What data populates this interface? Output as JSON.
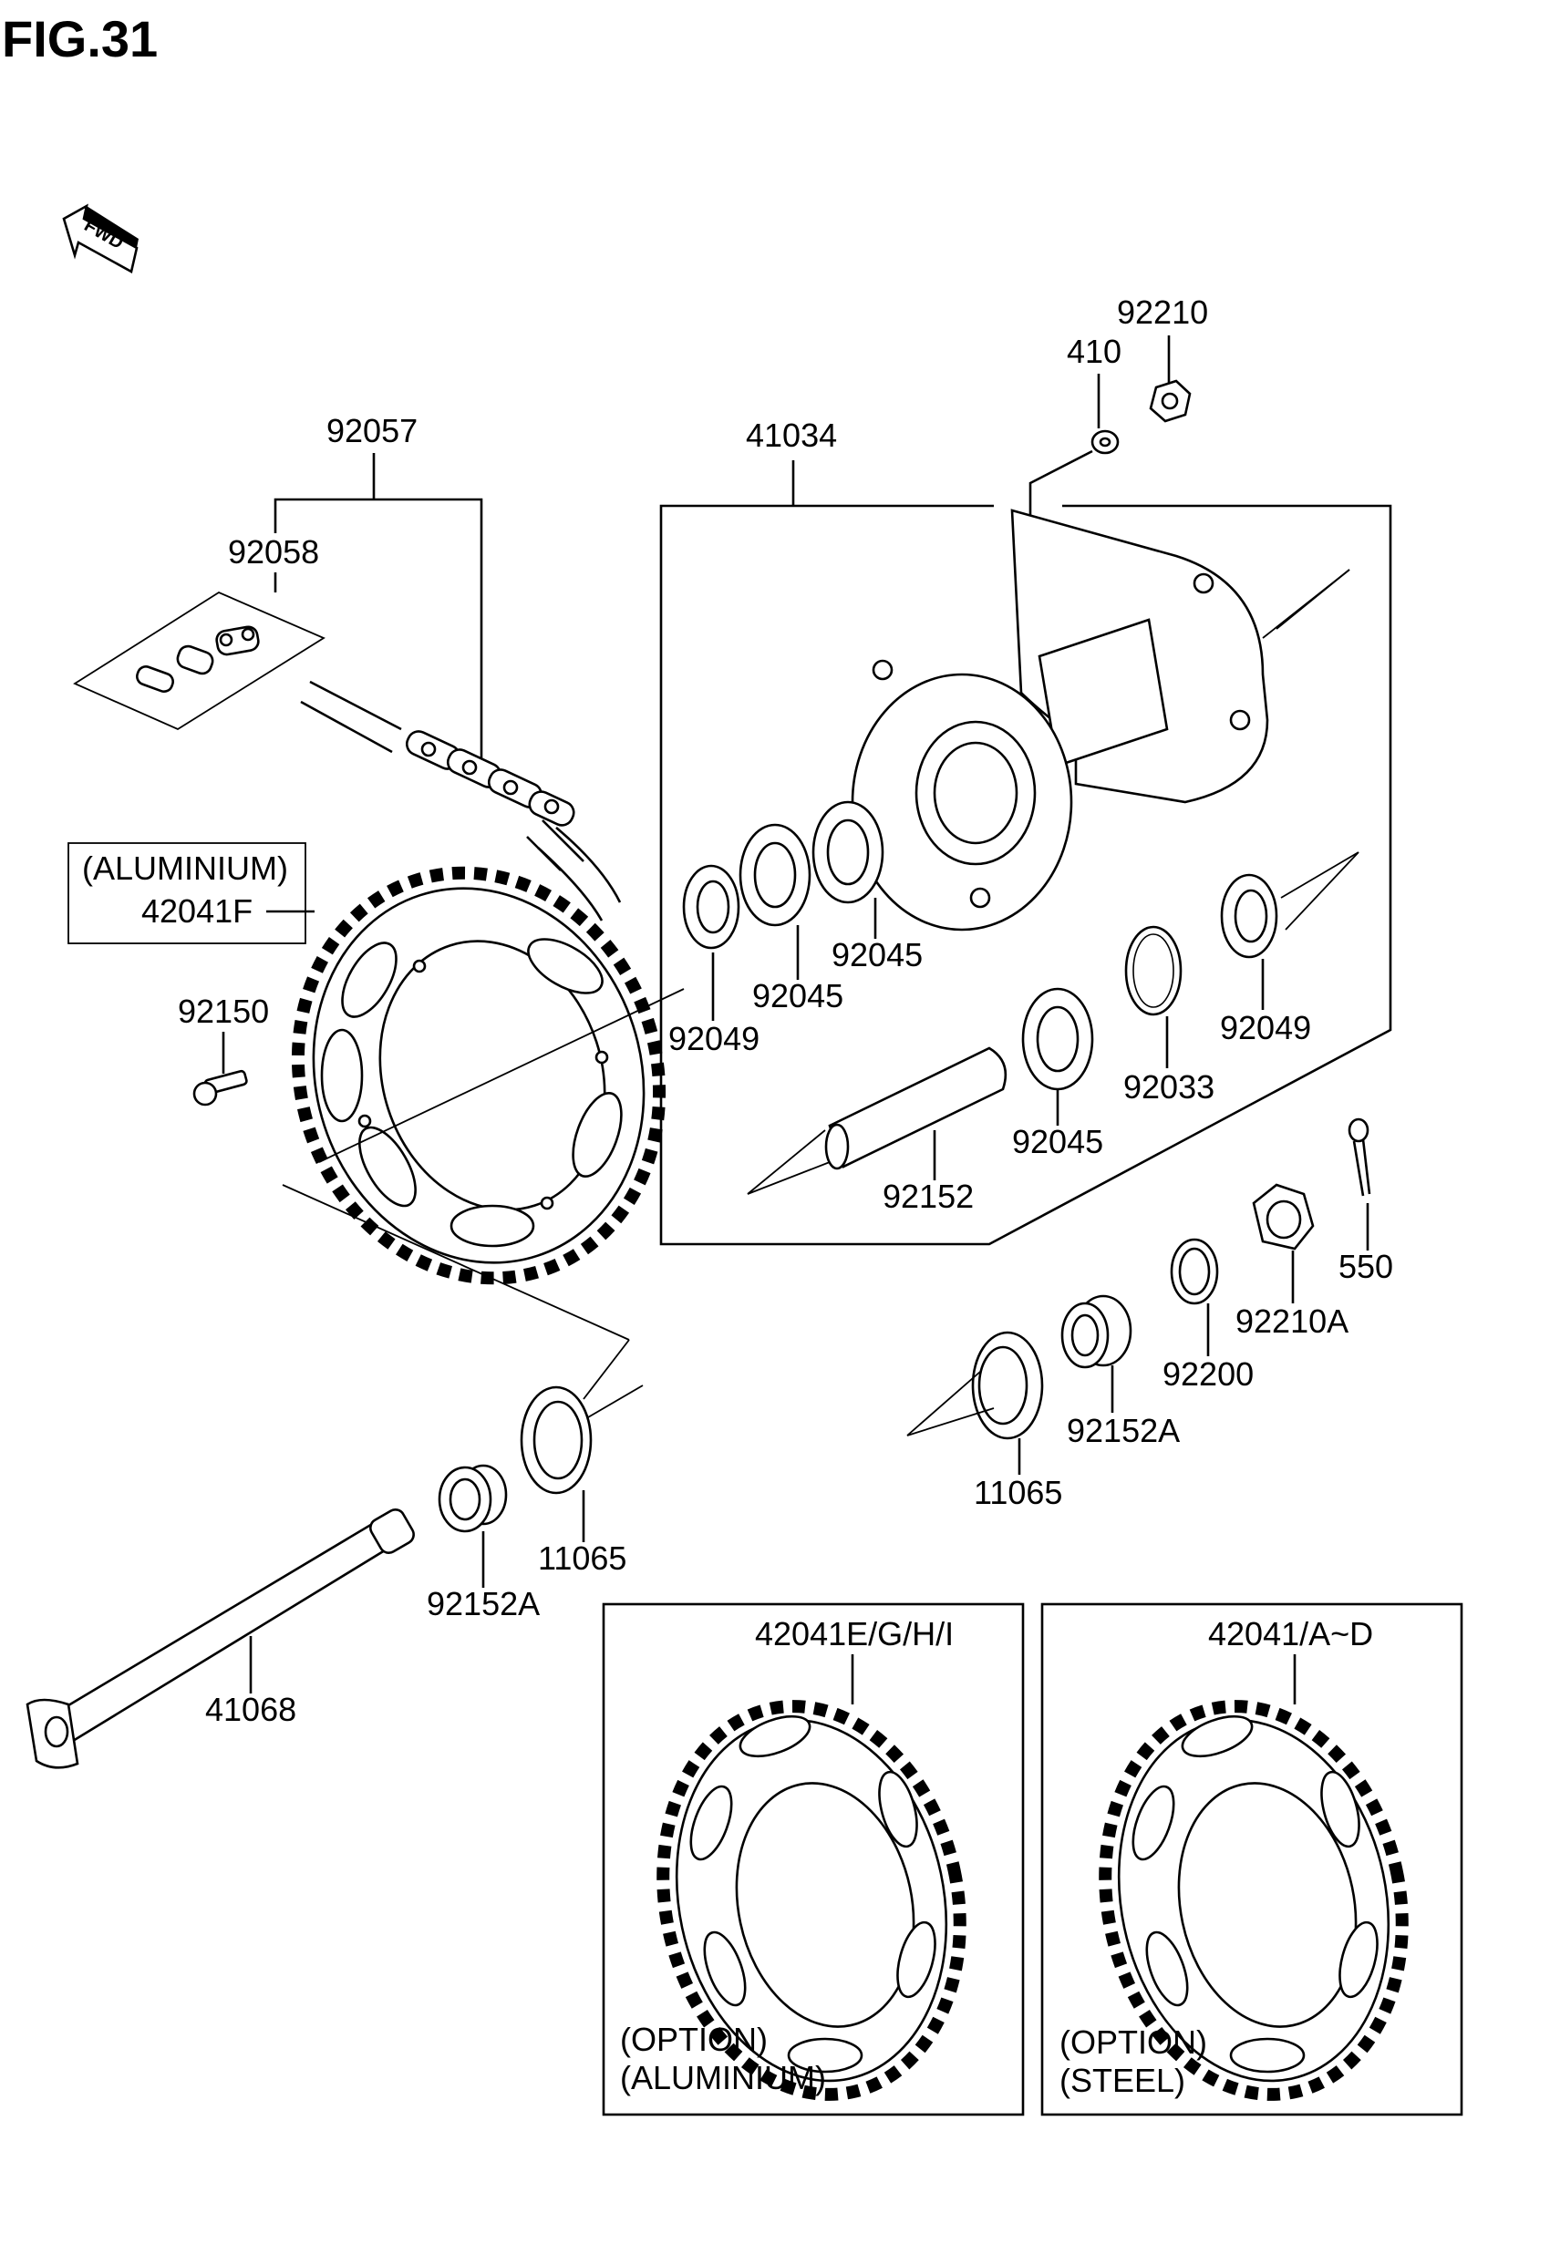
{
  "figure_title": "FIG.31",
  "fwd_label": "FWD",
  "parts": {
    "p92057": "92057",
    "p92058": "92058",
    "p41034": "41034",
    "p410": "410",
    "p92210": "92210",
    "aluminium_note": "(ALUMINIUM)",
    "p42041F": "42041F",
    "p92150": "92150",
    "p92049_left": "92049",
    "p92045_a": "92045",
    "p92045_b": "92045",
    "p92045_c": "92045",
    "p92049_right": "92049",
    "p92033": "92033",
    "p92152": "92152",
    "p550": "550",
    "p92210A": "92210A",
    "p92200": "92200",
    "p92152A_right": "92152A",
    "p11065_right": "11065",
    "p11065_left": "11065",
    "p92152A_left": "92152A",
    "p41068": "41068"
  },
  "options": [
    {
      "part": "42041E/G/H/I",
      "line1": "(OPTION)",
      "line2": "(ALUMINIUM)"
    },
    {
      "part": "42041/A~D",
      "line1": "(OPTION)",
      "line2": "(STEEL)"
    }
  ]
}
